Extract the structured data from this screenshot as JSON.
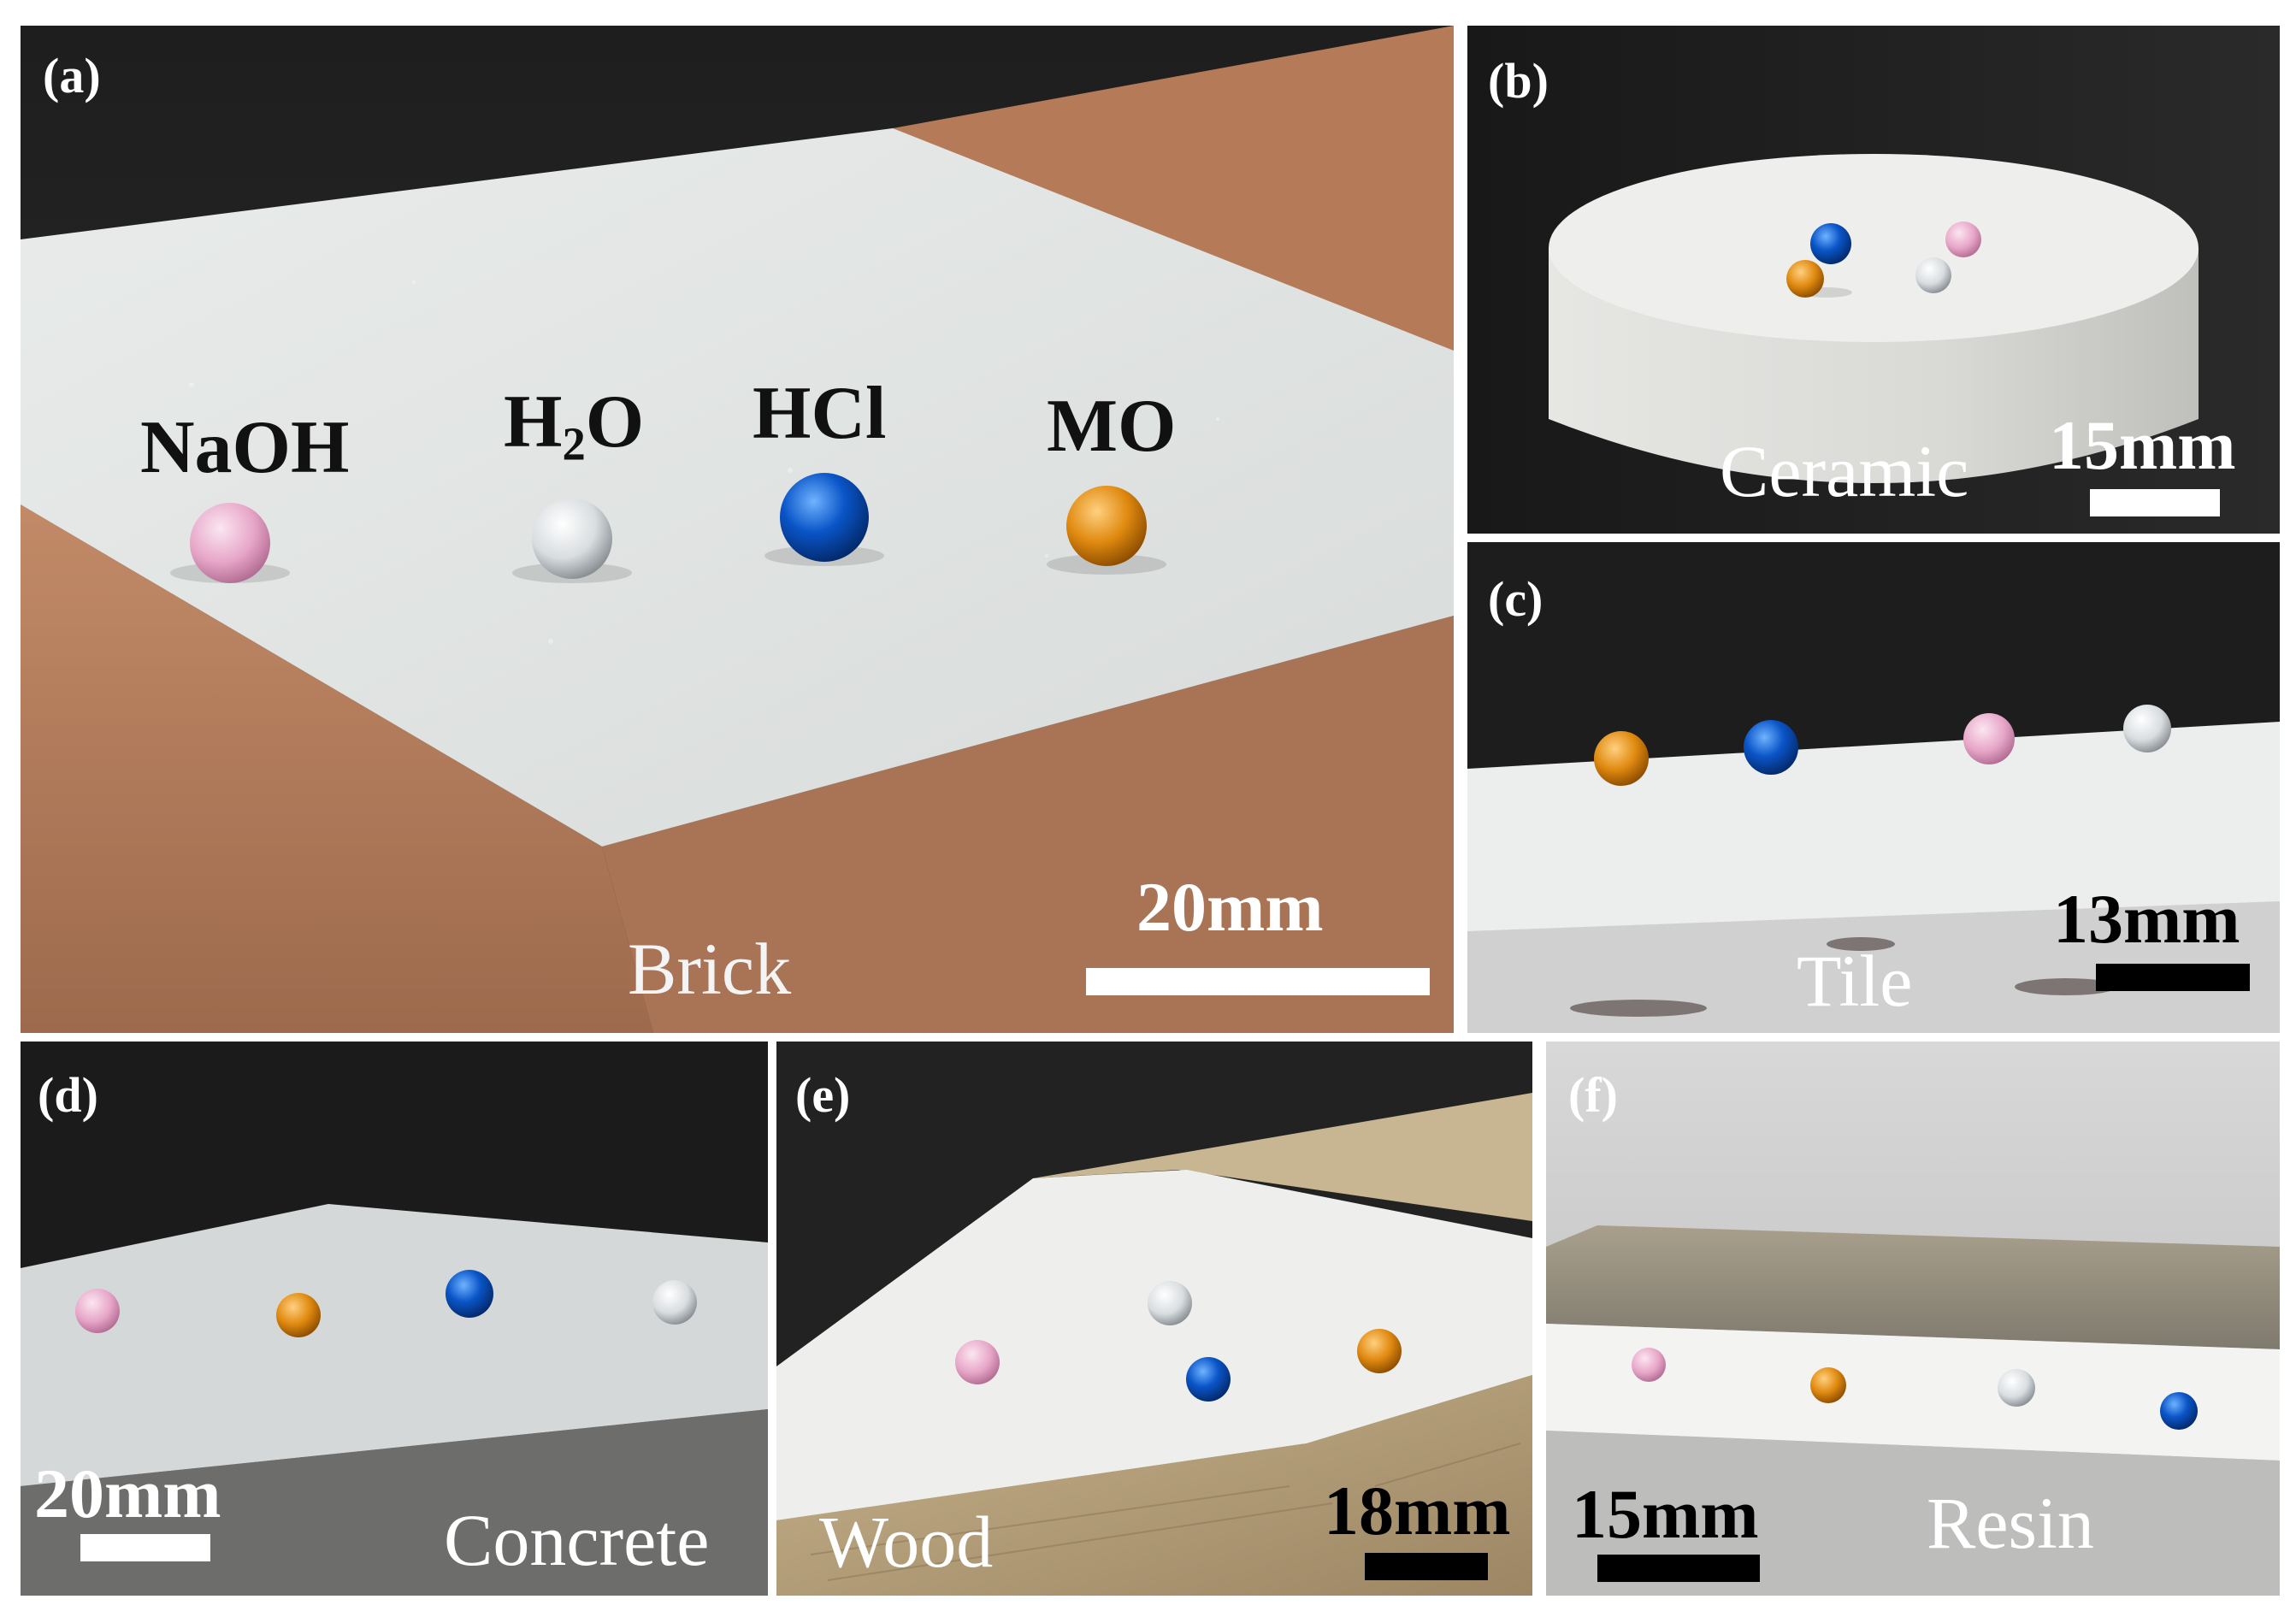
{
  "colors": {
    "brick": "#b7805f",
    "coating": "#e3e6e4",
    "naoh_drop": "#e7a6c8",
    "water_drop": "#dfe3e6",
    "hcl_drop": "#0a55c8",
    "mo_drop": "#e08a10"
  },
  "panels": {
    "a": {
      "label": "(a)",
      "material": "Brick",
      "scale": "20mm",
      "drops": {
        "naoh": "NaOH",
        "h2o_main": "H",
        "h2o_sub": "2",
        "h2o_end": "O",
        "hcl": "HCl",
        "mo": "MO"
      }
    },
    "b": {
      "label": "(b)",
      "material": "Ceramic",
      "scale": "15mm"
    },
    "c": {
      "label": "(c)",
      "material": "Tile",
      "scale": "13mm"
    },
    "d": {
      "label": "(d)",
      "material": "Concrete",
      "scale": "20mm"
    },
    "e": {
      "label": "(e)",
      "material": "Wood",
      "scale": "18mm"
    },
    "f": {
      "label": "(f)",
      "material": "Resin",
      "scale": "15mm"
    }
  }
}
